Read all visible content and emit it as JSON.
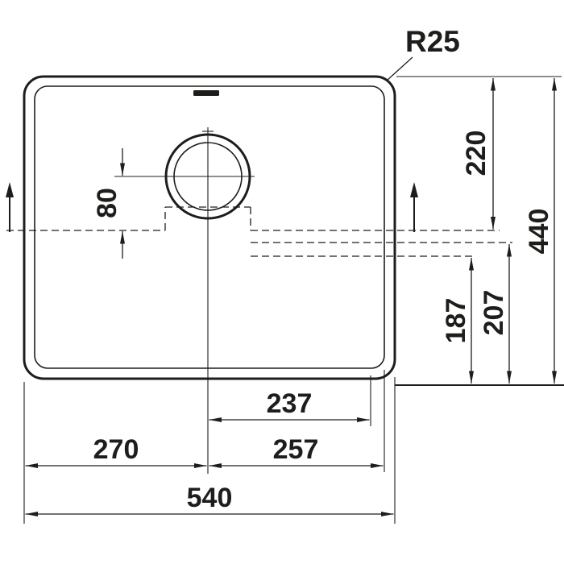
{
  "meta": {
    "type": "technical-dimension-drawing",
    "subject": "sink top view with installation dimensions",
    "background_color": "#ffffff",
    "line_color": "#1d1d1b"
  },
  "labels": {
    "corner_radius": "R25",
    "overall_height": "440",
    "top_to_center": "220",
    "center_to_bottom_outer": "207",
    "center_to_bottom_inner": "187",
    "drain_offset": "80",
    "overall_width": "540",
    "left_to_centerline": "270",
    "centerline_to_right_inner": "257",
    "centerline_to_bowl_edge": "237"
  }
}
